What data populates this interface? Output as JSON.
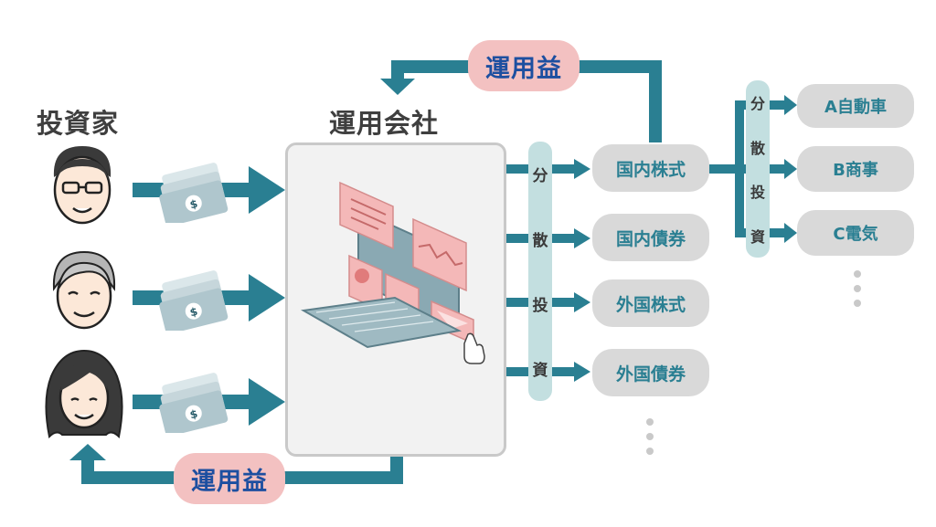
{
  "headings": {
    "investors": "投資家",
    "company": "運用会社"
  },
  "profit_label": "運用益",
  "diversify": {
    "chars": [
      "分",
      "散",
      "投",
      "資"
    ]
  },
  "asset_classes": [
    "国内株式",
    "国内債券",
    "外国株式",
    "外国債券"
  ],
  "companies": [
    "A自動車",
    "B商事",
    "C電気"
  ],
  "money_symbol": "$",
  "colors": {
    "arrow": "#2a7f92",
    "pill_bg": "#d9d9d9",
    "diversify_bar": "#c3dfe0",
    "profit_bg": "#f3c1c1",
    "profit_text": "#1d4fa0",
    "window": "#f4b8b8"
  },
  "icons": [
    "investor-man-glasses-icon",
    "investor-older-man-icon",
    "investor-woman-icon",
    "money-bills-icon",
    "computer-workstation-icon",
    "ellipsis-dots-icon"
  ]
}
